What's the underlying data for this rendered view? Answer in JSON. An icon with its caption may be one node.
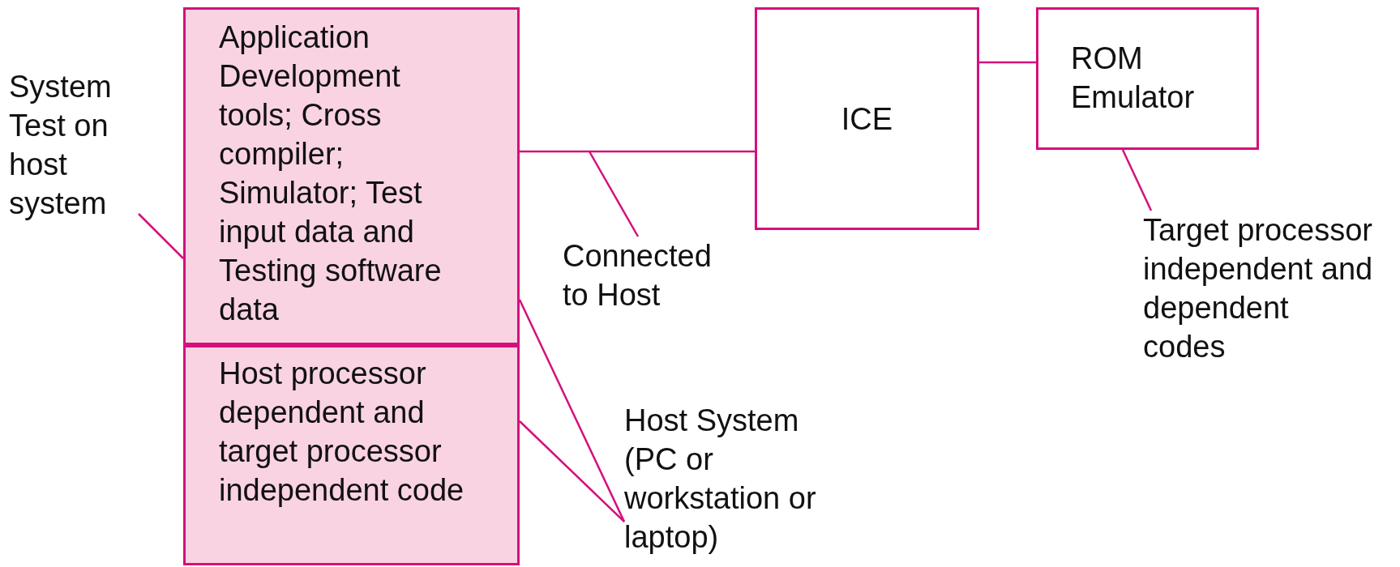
{
  "diagram": {
    "nodes": [
      {
        "text": [
          "System Test on host system"
        ]
      },
      {
        "text": [
          "Application Development tools; Cross compiler; Simulator; Test input data and Testing software data"
        ]
      },
      {
        "text": [
          "Host processor dependent and target processor independent code"
        ]
      },
      {
        "text": [
          "ICE"
        ]
      },
      {
        "text": [
          "ROM Emulator"
        ]
      },
      {
        "text": [
          "Connected to Host"
        ]
      },
      {
        "text": [
          "Host System (PC or workstation or laptop)"
        ]
      },
      {
        "text": [
          "Target processor independent and dependent codes"
        ]
      }
    ],
    "edges": [
      {
        "from": 0,
        "to": 1,
        "arrow": "none"
      },
      {
        "from": 1,
        "to": 3,
        "arrow": "none"
      },
      {
        "from": 3,
        "to": 4,
        "arrow": "none"
      },
      {
        "from": 5,
        "to": null,
        "arrow": "none"
      },
      {
        "from": 6,
        "to": 1,
        "arrow": "none"
      },
      {
        "from": 6,
        "to": 2,
        "arrow": "none"
      },
      {
        "from": 7,
        "to": 4,
        "arrow": "none"
      }
    ]
  }
}
